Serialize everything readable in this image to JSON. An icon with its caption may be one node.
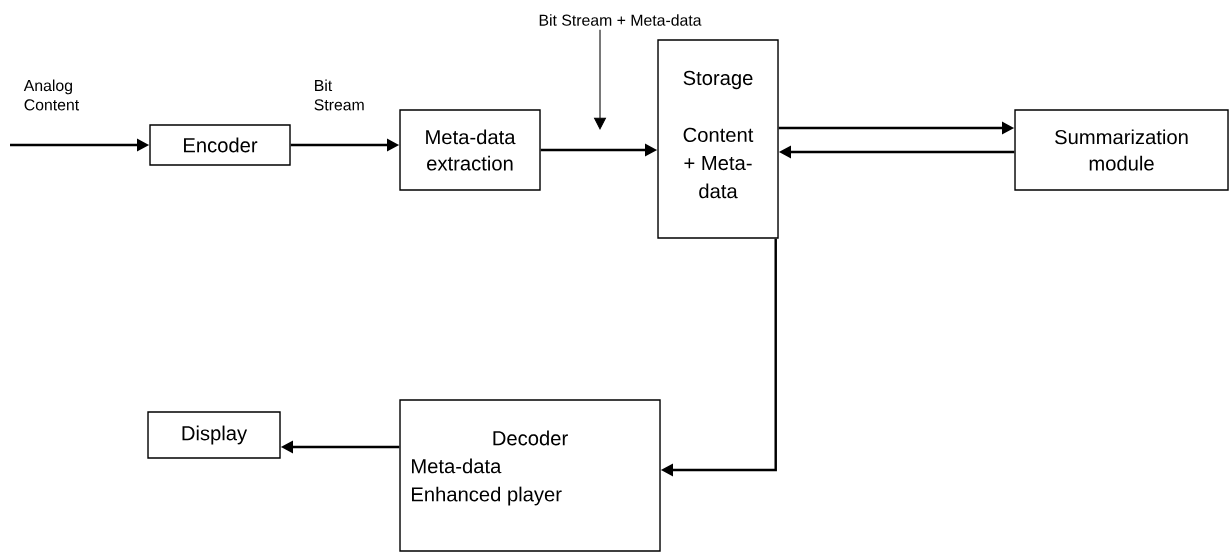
{
  "diagram": {
    "nodes": [
      {
        "text": [
          "Encoder"
        ]
      },
      {
        "text": [
          "Meta-data extraction"
        ]
      },
      {
        "text": [
          "Storage",
          "Content + Meta-data"
        ]
      },
      {
        "text": [
          "Summarization module"
        ]
      },
      {
        "text": [
          "Decoder",
          "Meta-data Enhanced player"
        ]
      },
      {
        "text": [
          "Display"
        ]
      },
      {
        "text": [
          "Bit Stream + Meta-data"
        ]
      }
    ],
    "edges": [
      {
        "from": null,
        "to": 0,
        "arrow": "to",
        "label": "Analog Content"
      },
      {
        "from": 0,
        "to": 1,
        "arrow": "to",
        "label": "Bit Stream"
      },
      {
        "from": 1,
        "to": 2,
        "arrow": "to"
      },
      {
        "from": 2,
        "to": 3,
        "arrow": "to"
      },
      {
        "from": 3,
        "to": 2,
        "arrow": "to"
      },
      {
        "from": 2,
        "to": 4,
        "arrow": "to"
      },
      {
        "from": 4,
        "to": 5,
        "arrow": "to"
      },
      {
        "from": 6,
        "to": null,
        "arrow": "to"
      }
    ]
  }
}
